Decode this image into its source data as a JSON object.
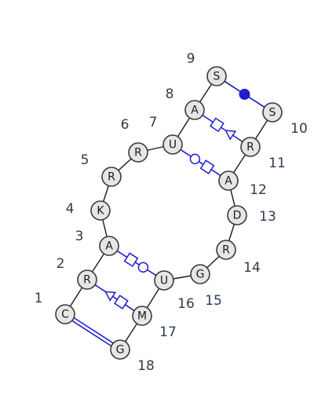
{
  "diagram": {
    "nucleotides": [
      {
        "index": "1",
        "letter": "C"
      },
      {
        "index": "2",
        "letter": "R"
      },
      {
        "index": "3",
        "letter": "A"
      },
      {
        "index": "4",
        "letter": "K"
      },
      {
        "index": "5",
        "letter": "R"
      },
      {
        "index": "6",
        "letter": "R"
      },
      {
        "index": "7",
        "letter": "U"
      },
      {
        "index": "8",
        "letter": "A"
      },
      {
        "index": "9",
        "letter": "S"
      },
      {
        "index": "10",
        "letter": "S"
      },
      {
        "index": "11",
        "letter": "R"
      },
      {
        "index": "12",
        "letter": "A"
      },
      {
        "index": "13",
        "letter": "D"
      },
      {
        "index": "14",
        "letter": "R"
      },
      {
        "index": "15",
        "letter": "G"
      },
      {
        "index": "16",
        "letter": "U"
      },
      {
        "index": "17",
        "letter": "M"
      },
      {
        "index": "18",
        "letter": "G"
      }
    ],
    "base_pairs": [
      {
        "from": "1",
        "to": "18",
        "type": "canonical"
      },
      {
        "from": "2",
        "to": "17",
        "type": "triangle-square"
      },
      {
        "from": "3",
        "to": "16",
        "type": "square-circle"
      },
      {
        "from": "7",
        "to": "12",
        "type": "circle-square"
      },
      {
        "from": "8",
        "to": "11",
        "type": "square-triangle"
      },
      {
        "from": "9",
        "to": "10",
        "type": "dot"
      }
    ],
    "colors": {
      "pair": "#1f1fcc",
      "backbone": "#1a1a1a",
      "node_fill": "#e6e6e6",
      "label": "#2f3b4f"
    }
  }
}
